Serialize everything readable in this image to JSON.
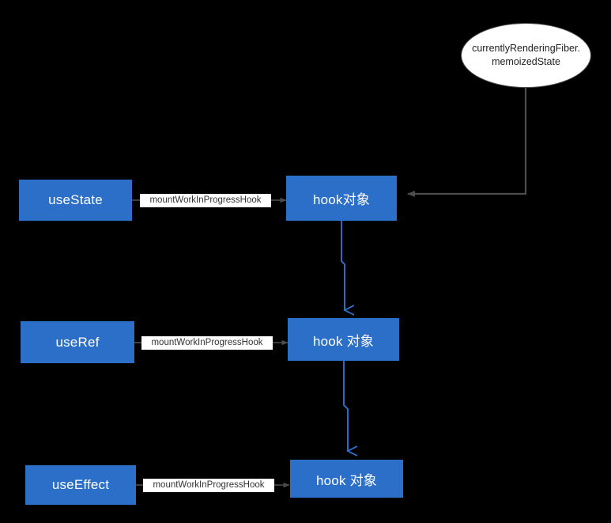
{
  "diagram": {
    "title": "React Hooks mountWorkInProgressHook linked list",
    "background_color": "#000000",
    "node_color": "#2C6FC9",
    "node_text_color": "#FFFFFF",
    "blue_edge_color": "#2E72D2",
    "gray_edge_color": "#4D4D4D",
    "label_bg_color": "#FFFFFF",
    "label_text_color": "#333333"
  },
  "nodes": {
    "hooks": [
      {
        "id": "useState",
        "label": "useState"
      },
      {
        "id": "useRef",
        "label": "useRef"
      },
      {
        "id": "useEffect",
        "label": "useEffect"
      }
    ],
    "hook_objects": [
      {
        "id": "hook-object-1",
        "label": "hook对象"
      },
      {
        "id": "hook-object-2",
        "label": "hook 对象"
      },
      {
        "id": "hook-object-3",
        "label": "hook 对象"
      }
    ],
    "ellipse": {
      "id": "currently-rendering-fiber",
      "line1": "currentlyRenderingFiber.",
      "line2": "memoizedState"
    }
  },
  "edges": {
    "labels": [
      {
        "id": "edge-label-1",
        "text": "mountWorkInProgressHook"
      },
      {
        "id": "edge-label-2",
        "text": "mountWorkInProgressHook"
      },
      {
        "id": "edge-label-3",
        "text": "mountWorkInProgressHook"
      }
    ]
  }
}
